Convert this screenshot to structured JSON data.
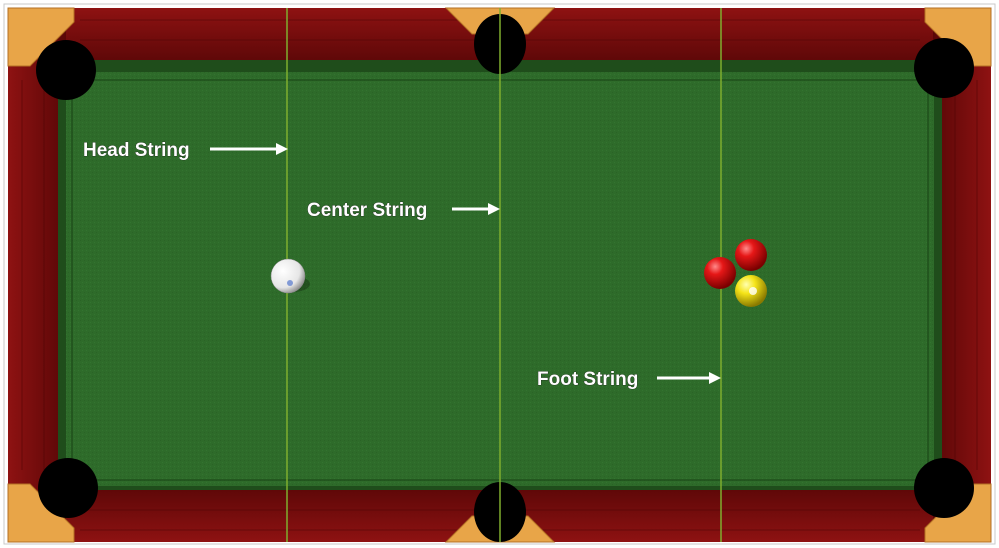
{
  "labels": {
    "head_string": "Head String",
    "center_string": "Center String",
    "foot_string": "Foot String"
  },
  "colors": {
    "felt": "#2e6b2a",
    "felt_dark": "#245a21",
    "rail_red": "#7c1010",
    "rail_red_dark": "#5c0808",
    "corner_orange": "#e8a548",
    "pocket": "#000000",
    "string_line": "#7fae2e",
    "label": "#ffffff"
  },
  "balls": [
    {
      "name": "cue-ball",
      "color": "#ffffff"
    },
    {
      "name": "red-ball",
      "color": "#e11b1b"
    },
    {
      "name": "red-ball",
      "color": "#e11b1b"
    },
    {
      "name": "yellow-ball",
      "color": "#f4e21a"
    }
  ]
}
